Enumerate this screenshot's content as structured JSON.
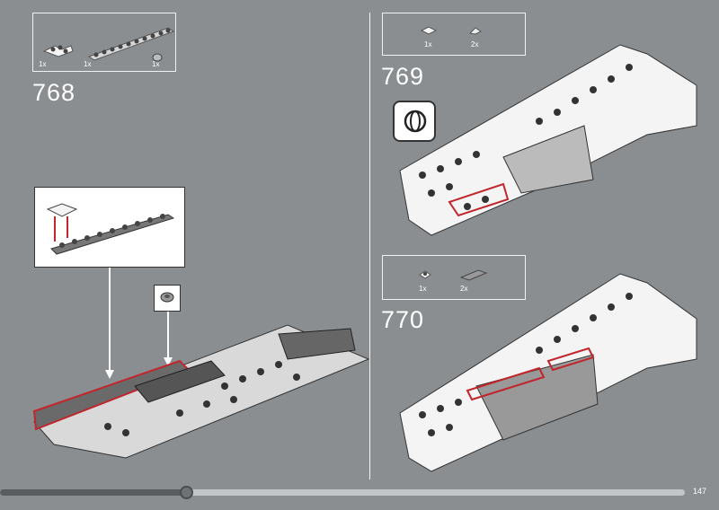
{
  "steps": [
    {
      "number": "768",
      "parts": [
        {
          "qty": "1x"
        },
        {
          "qty": "1x"
        },
        {
          "qty": "1x"
        }
      ]
    },
    {
      "number": "769",
      "parts": [
        {
          "qty": "1x"
        },
        {
          "qty": "2x"
        }
      ]
    },
    {
      "number": "770",
      "parts": [
        {
          "qty": "1x"
        },
        {
          "qty": "2x"
        }
      ]
    }
  ],
  "page_number": "147",
  "progress": 0.27,
  "colors": {
    "background": "#8a8e91",
    "highlight": "#c0262c"
  }
}
